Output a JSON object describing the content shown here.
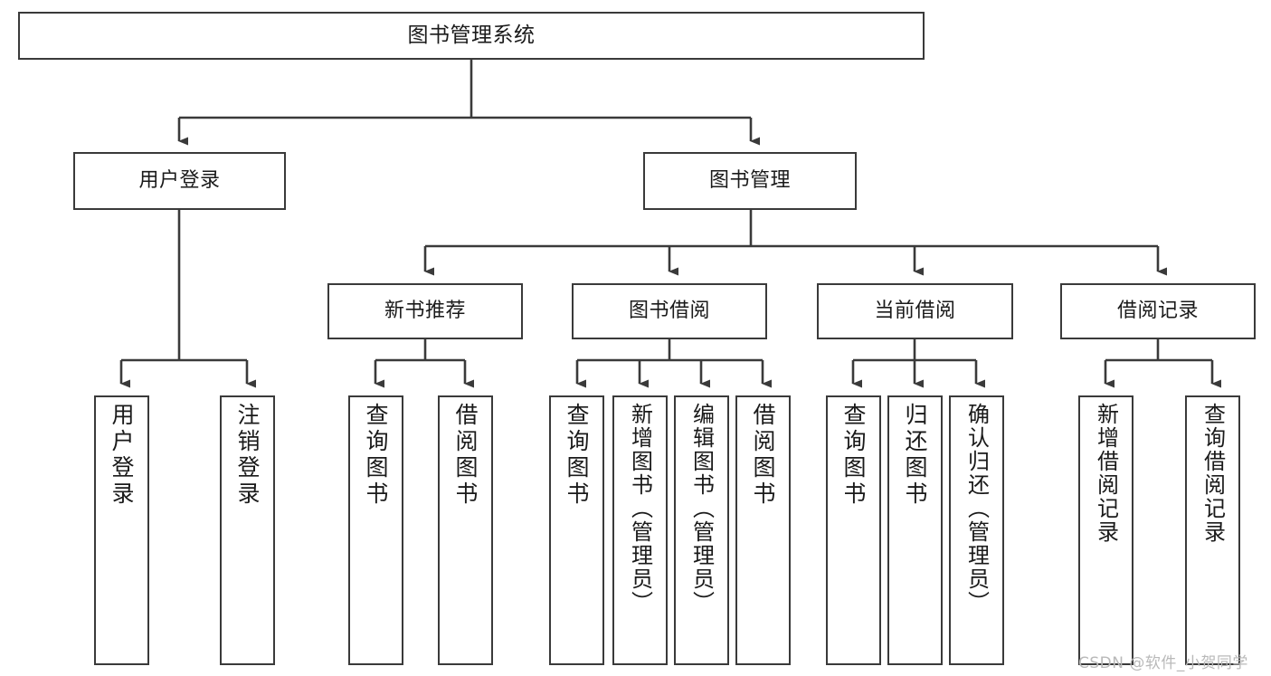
{
  "diagram": {
    "title": "图书管理系统",
    "type": "hierarchy-tree",
    "orientation": "top-down",
    "colors": {
      "box_border": "#3a3a3a",
      "box_fill": "#ffffff",
      "connector": "#3a3a3a",
      "text": "#1a1a1a",
      "watermark": "#b9b9b9",
      "background": "#ffffff"
    },
    "levels": {
      "root": {
        "label": "图书管理系统"
      },
      "level2": [
        {
          "label": "用户登录"
        },
        {
          "label": "图书管理"
        }
      ],
      "level3": [
        {
          "label": "新书推荐"
        },
        {
          "label": "图书借阅"
        },
        {
          "label": "当前借阅"
        },
        {
          "label": "借阅记录"
        }
      ],
      "leaves": [
        {
          "label": "用户登录",
          "parent": "用户登录"
        },
        {
          "label": "注销登录",
          "parent": "用户登录"
        },
        {
          "label": "查询图书",
          "parent": "新书推荐"
        },
        {
          "label": "借阅图书",
          "parent": "新书推荐"
        },
        {
          "label": "查询图书",
          "parent": "图书借阅"
        },
        {
          "label": "新增图书（管理员）",
          "parent": "图书借阅"
        },
        {
          "label": "编辑图书（管理员）",
          "parent": "图书借阅"
        },
        {
          "label": "借阅图书",
          "parent": "图书借阅"
        },
        {
          "label": "查询图书",
          "parent": "当前借阅"
        },
        {
          "label": "归还图书",
          "parent": "当前借阅"
        },
        {
          "label": "确认归还（管理员）",
          "parent": "当前借阅"
        },
        {
          "label": "新增借阅记录",
          "parent": "借阅记录"
        },
        {
          "label": "查询借阅记录",
          "parent": "借阅记录"
        }
      ]
    },
    "watermark": "CSDN @软件_小贺同学"
  }
}
